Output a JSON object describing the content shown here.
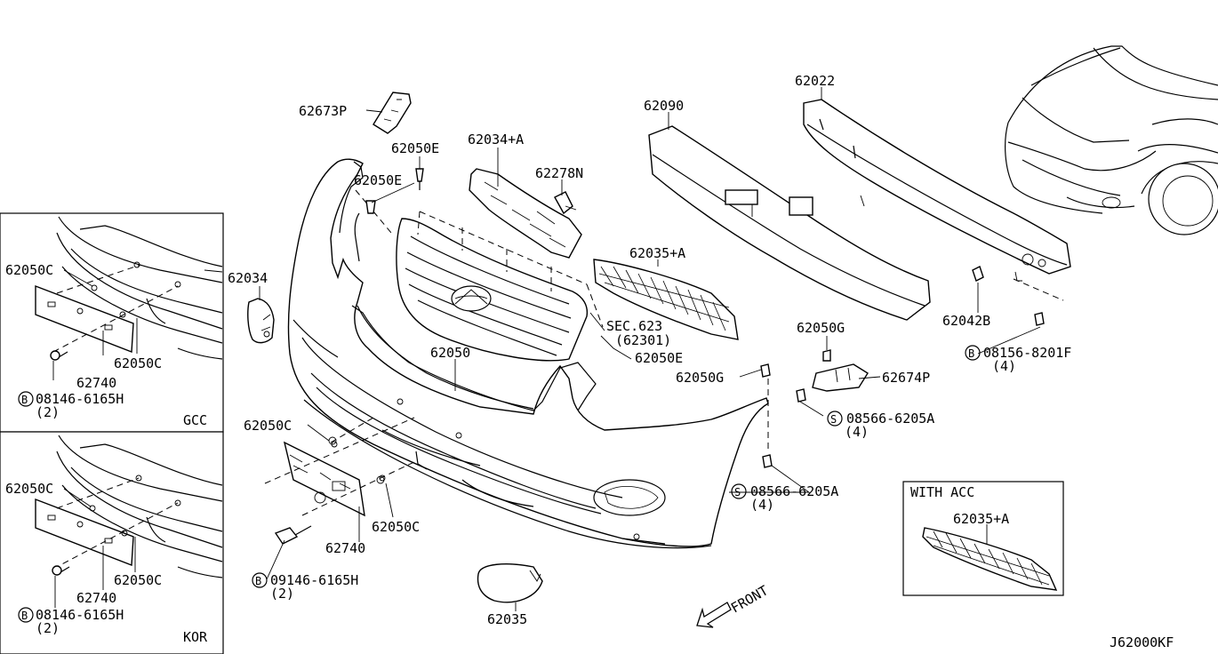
{
  "diagram_code": "J62000KF",
  "callouts": {
    "p62673P": "62673P",
    "p62050E_a": "62050E",
    "p62050E_b": "62050E",
    "p62034A": "62034+A",
    "p62278N": "62278N",
    "p62090": "62090",
    "p62022": "62022",
    "p62034": "62034",
    "p62035A": "62035+A",
    "sec623": "SEC.623",
    "sec623_sub": "(62301)",
    "p62050E_c": "62050E",
    "p62050": "62050",
    "p62042B": "62042B",
    "bolt08156": "08156-8201F",
    "bolt08156_qty": "(4)",
    "p62050G_a": "62050G",
    "p62050G_b": "62050G",
    "p62674P": "62674P",
    "screw08566_a": "08566-6205A",
    "screw08566_a_qty": "(4)",
    "screw08566_b": "08566-6205A",
    "screw08566_b_qty": "(4)",
    "p62050C_main_a": "62050C",
    "p62050C_main_b": "62050C",
    "p62740_main": "62740",
    "bolt09146": "09146-6165H",
    "bolt09146_qty": "(2)",
    "p62035": "62035",
    "front": "FRONT"
  },
  "symbols": {
    "bolt": "B",
    "screw": "S"
  },
  "inset_gcc": {
    "tag": "GCC",
    "p62050C_a": "62050C",
    "p62050C_b": "62050C",
    "p62740": "62740",
    "bolt": "08146-6165H",
    "bolt_qty": "(2)"
  },
  "inset_kor": {
    "tag": "KOR",
    "p62050C_a": "62050C",
    "p62050C_b": "62050C",
    "p62740": "62740",
    "bolt": "08146-6165H",
    "bolt_qty": "(2)"
  },
  "inset_acc": {
    "title": "WITH ACC",
    "part": "62035+A"
  }
}
